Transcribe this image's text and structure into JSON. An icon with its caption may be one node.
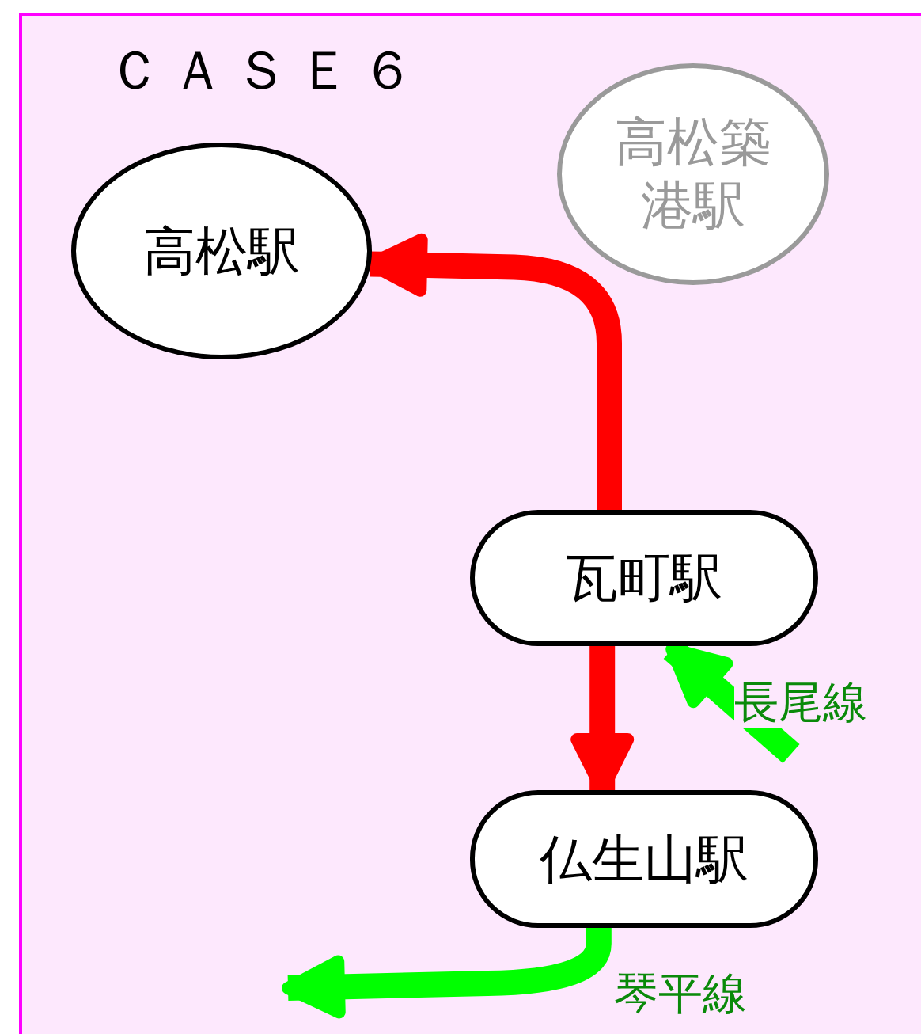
{
  "diagram": {
    "title": "ＣＡＳＥ６",
    "nodes": [
      {
        "text": [
          "高松駅"
        ]
      },
      {
        "text": [
          "高松築港駅"
        ]
      },
      {
        "text": [
          "瓦町駅"
        ]
      },
      {
        "text": [
          "仏生山駅"
        ]
      }
    ],
    "edges": [
      {
        "from": 2,
        "to": 0,
        "arrow": "to"
      },
      {
        "from": 2,
        "to": 3,
        "arrow": "to"
      },
      {
        "from": null,
        "to": 2,
        "arrow": "to",
        "label": "長尾線",
        "color": "#00ff00"
      },
      {
        "from": 3,
        "to": null,
        "arrow": "to",
        "label": "琴平線",
        "color": "#00ff00"
      }
    ]
  }
}
